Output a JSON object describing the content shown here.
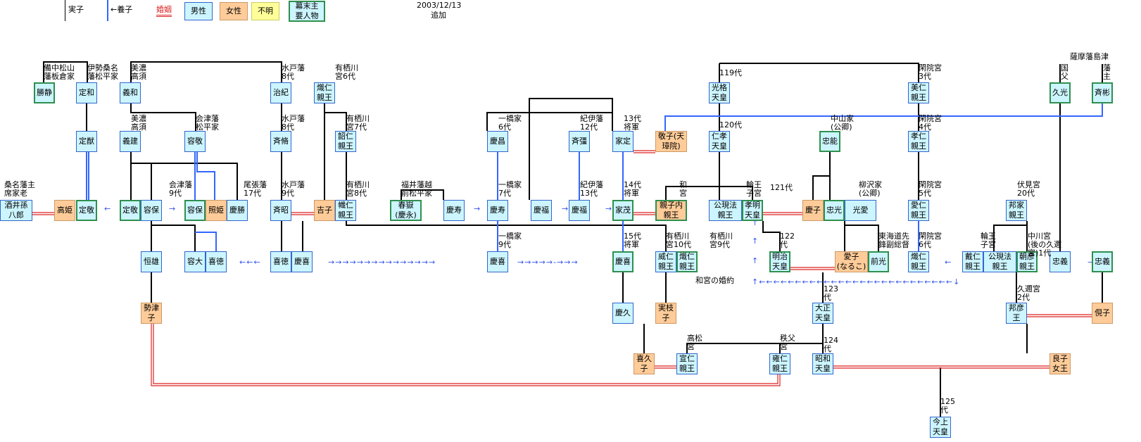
{
  "header": {
    "legend": {
      "real_child": "実子",
      "adopted": "←養子",
      "marriage": "婚姻",
      "male": "男性",
      "female": "女性",
      "unknown": "不明",
      "key_person": "幕末主\n要人物"
    },
    "date": "2003/12/13",
    "added": "追加"
  },
  "colors": {
    "male_bg": "#ccf5ff",
    "female_bg": "#ffcc99",
    "unknown_bg": "#ffff99",
    "key_border": "#2f8f4f",
    "real_line": "#000000",
    "adopt_line": "#3366ff",
    "marriage_line": "#dd2222"
  },
  "persons": [
    {
      "id": "katsushizu",
      "name": "勝静",
      "g": "m",
      "key": true
    },
    {
      "id": "sadakazu",
      "name": "定和",
      "g": "m"
    },
    {
      "id": "yoshikazu",
      "name": "義和",
      "g": "m"
    },
    {
      "id": "harutoshi",
      "name": "治紀",
      "g": "m"
    },
    {
      "id": "takahito",
      "name": "熾仁\n親王",
      "g": "m"
    },
    {
      "id": "kokaku",
      "name": "光格\n天皇",
      "g": "m"
    },
    {
      "id": "haruhito",
      "name": "美仁\n親王",
      "g": "m"
    },
    {
      "id": "hisamitsu",
      "name": "久光",
      "g": "m",
      "key": true
    },
    {
      "id": "nariakira",
      "name": "斉彬",
      "g": "m",
      "key": true
    },
    {
      "id": "sadamichi",
      "name": "定猷",
      "g": "m"
    },
    {
      "id": "yoshitatsu",
      "name": "義建",
      "g": "m"
    },
    {
      "id": "katataka",
      "name": "容敬",
      "g": "m"
    },
    {
      "id": "nariaki",
      "name": "斉脩",
      "g": "m"
    },
    {
      "id": "tsunahito",
      "name": "韶仁\n親王",
      "g": "m"
    },
    {
      "id": "yoshimasa",
      "name": "慶昌",
      "g": "m"
    },
    {
      "id": "narinori",
      "name": "斉彊",
      "g": "m"
    },
    {
      "id": "iesada",
      "name": "家定",
      "g": "m"
    },
    {
      "id": "atsuko",
      "name": "敬子(天\n璋院)",
      "g": "f"
    },
    {
      "id": "ninko",
      "name": "仁孝\n天皇",
      "g": "m"
    },
    {
      "id": "tadayasu",
      "name": "忠能",
      "g": "m",
      "key": true
    },
    {
      "id": "takahito2",
      "name": "孝仁\n親王",
      "g": "m"
    },
    {
      "id": "himeji",
      "name": "高姫",
      "g": "f"
    },
    {
      "id": "sadaaki",
      "name": "定敬",
      "g": "m",
      "key": true
    },
    {
      "id": "sadaaki2",
      "name": "定敬",
      "g": "m",
      "key": true
    },
    {
      "id": "katamori_a",
      "name": "容保",
      "g": "m"
    },
    {
      "id": "katamori",
      "name": "容保",
      "g": "m",
      "key": true
    },
    {
      "id": "terahime",
      "name": "照姫",
      "g": "f"
    },
    {
      "id": "yoshikatsu",
      "name": "慶勝",
      "g": "m"
    },
    {
      "id": "nariakira2",
      "name": "斉昭",
      "g": "m"
    },
    {
      "id": "yoshiko",
      "name": "吉子",
      "g": "f"
    },
    {
      "id": "takahito3",
      "name": "幟仁\n親王",
      "g": "m"
    },
    {
      "id": "shungaku",
      "name": "春嶽\n(慶永)",
      "g": "m",
      "key": true
    },
    {
      "id": "yoshinaga2",
      "name": "慶寿",
      "g": "m"
    },
    {
      "id": "yoshihisa",
      "name": "慶寿",
      "g": "m"
    },
    {
      "id": "yoshitomi",
      "name": "慶福",
      "g": "m"
    },
    {
      "id": "yoshitomi2",
      "name": "慶福",
      "g": "m"
    },
    {
      "id": "iemochi",
      "name": "家茂",
      "g": "m",
      "key": true
    },
    {
      "id": "kazunomiya",
      "name": "親子内\n親王",
      "g": "f",
      "key": true
    },
    {
      "id": "sakai",
      "name": "酒井孫\n八郎",
      "g": "m"
    },
    {
      "id": "kinhide",
      "name": "公現法\n親王",
      "g": "m"
    },
    {
      "id": "komei",
      "name": "孝明\n天皇",
      "g": "m",
      "key": true
    },
    {
      "id": "yoshiko2",
      "name": "慶子",
      "g": "f"
    },
    {
      "id": "tadamitsu",
      "name": "忠光",
      "g": "m",
      "key": true
    },
    {
      "id": "mitsuchika",
      "name": "光愛",
      "g": "m"
    },
    {
      "id": "chikahito",
      "name": "愛仁\n親王",
      "g": "m"
    },
    {
      "id": "kuniie",
      "name": "邦家\n親王",
      "g": "m"
    },
    {
      "id": "tsuneo",
      "name": "恒雄",
      "g": "m"
    },
    {
      "id": "katahiro",
      "name": "容大",
      "g": "m"
    },
    {
      "id": "nobunori",
      "name": "喜徳",
      "g": "m"
    },
    {
      "id": "yoshiatsu",
      "name": "喜徳",
      "g": "m"
    },
    {
      "id": "yoshinobu_a",
      "name": "慶喜",
      "g": "m"
    },
    {
      "id": "yoshinobu_b",
      "name": "慶喜",
      "g": "m"
    },
    {
      "id": "yoshinobu",
      "name": "慶喜",
      "g": "m",
      "key": true
    },
    {
      "id": "takehito",
      "name": "威仁\n親王",
      "g": "m"
    },
    {
      "id": "taruhito",
      "name": "熾仁\n親王",
      "g": "m",
      "key": true
    },
    {
      "id": "meiji",
      "name": "明治\n天皇",
      "g": "m",
      "key": true
    },
    {
      "id": "naruko",
      "name": "愛子\n(なるこ)",
      "g": "f"
    },
    {
      "id": "sakimitsu",
      "name": "前光",
      "g": "m",
      "key": true
    },
    {
      "id": "takahito4",
      "name": "熾仁\n親王",
      "g": "m"
    },
    {
      "id": "takahito5",
      "name": "戴仁\n親王",
      "g": "m"
    },
    {
      "id": "kinhide2",
      "name": "公現法\n親王",
      "g": "m"
    },
    {
      "id": "asahiko",
      "name": "朝彦\n親王",
      "g": "m",
      "key": true
    },
    {
      "id": "tadayoshi",
      "name": "忠義",
      "g": "m"
    },
    {
      "id": "tadayoshi2",
      "name": "忠義",
      "g": "m",
      "key": true
    },
    {
      "id": "setsuko",
      "name": "勢津\n子",
      "g": "f"
    },
    {
      "id": "yoshihisa2",
      "name": "慶久",
      "g": "m"
    },
    {
      "id": "mieko",
      "name": "実枝\n子",
      "g": "f"
    },
    {
      "id": "taisho",
      "name": "大正\n天皇",
      "g": "m"
    },
    {
      "id": "kuniyoshi",
      "name": "邦彦\n王",
      "g": "m"
    },
    {
      "id": "chikako",
      "name": "俔子",
      "g": "f"
    },
    {
      "id": "kikuko",
      "name": "喜久\n子",
      "g": "f"
    },
    {
      "id": "nobuhito",
      "name": "宣仁\n親王",
      "g": "m"
    },
    {
      "id": "yasuhito",
      "name": "雍仁\n親王",
      "g": "m"
    },
    {
      "id": "showa",
      "name": "昭和\n天皇",
      "g": "m"
    },
    {
      "id": "nagako",
      "name": "良子\n女王",
      "g": "f"
    },
    {
      "id": "heisei",
      "name": "今上\n天皇",
      "g": "m"
    }
  ],
  "labels": [
    {
      "id": "l1",
      "text": "備中松山\n藩板倉家"
    },
    {
      "id": "l2",
      "text": "伊勢桑名\n藩松平家"
    },
    {
      "id": "l3",
      "text": "美濃\n高須"
    },
    {
      "id": "l4",
      "text": "水戸藩\n8代"
    },
    {
      "id": "l5",
      "text": "有栖川\n宮6代"
    },
    {
      "id": "l6",
      "text": "119代"
    },
    {
      "id": "l7",
      "text": "閑院宮\n3代"
    },
    {
      "id": "l8",
      "text": "薩摩藩島津"
    },
    {
      "id": "l9",
      "text": "国\n父"
    },
    {
      "id": "l10",
      "text": "藩\n主"
    },
    {
      "id": "l11",
      "text": "美濃\n高須"
    },
    {
      "id": "l12",
      "text": "会津藩\n松平家"
    },
    {
      "id": "l13",
      "text": "水戸藩\n8代"
    },
    {
      "id": "l14",
      "text": "有栖川\n宮7代"
    },
    {
      "id": "l15",
      "text": "一橋家\n6代"
    },
    {
      "id": "l16",
      "text": "紀伊藩\n12代"
    },
    {
      "id": "l17",
      "text": "13代\n将軍"
    },
    {
      "id": "l18",
      "text": "120代"
    },
    {
      "id": "l19",
      "text": "中山家\n(公卿)"
    },
    {
      "id": "l20",
      "text": "閑院宮\n4代"
    },
    {
      "id": "l21",
      "text": "桑名藩主\n席家老"
    },
    {
      "id": "l22",
      "text": "会津藩\n9代"
    },
    {
      "id": "l23",
      "text": "尾張藩\n17代"
    },
    {
      "id": "l24",
      "text": "水戸藩\n9代"
    },
    {
      "id": "l25",
      "text": "有栖川\n宮8代"
    },
    {
      "id": "l26",
      "text": "福井藩越\n前松平家"
    },
    {
      "id": "l27",
      "text": "一橋家\n7代"
    },
    {
      "id": "l28",
      "text": "紀伊藩\n13代"
    },
    {
      "id": "l29",
      "text": "14代\n将軍"
    },
    {
      "id": "l30",
      "text": "和\n宮"
    },
    {
      "id": "l31",
      "text": "輪王\n子宮"
    },
    {
      "id": "l32",
      "text": "121代"
    },
    {
      "id": "l33",
      "text": "柳沢家\n(公卿)"
    },
    {
      "id": "l34",
      "text": "閑院宮\n5代"
    },
    {
      "id": "l35",
      "text": "伏見宮\n20代"
    },
    {
      "id": "l36",
      "text": "一橋家\n9代"
    },
    {
      "id": "l37",
      "text": "15代\n将軍"
    },
    {
      "id": "l38",
      "text": "有栖川\n宮10代"
    },
    {
      "id": "l39",
      "text": "有栖川\n宮9代"
    },
    {
      "id": "l40",
      "text": "122\n代"
    },
    {
      "id": "l41",
      "text": "東海道先\n鋒副総督"
    },
    {
      "id": "l42",
      "text": "閑院宮\n6代"
    },
    {
      "id": "l43",
      "text": "輪王\n子宮"
    },
    {
      "id": "l44",
      "text": "中川宮\n(後の久邇\n宮)1代"
    },
    {
      "id": "l45",
      "text": "和宮の婚約"
    },
    {
      "id": "l46",
      "text": "123\n代"
    },
    {
      "id": "l47",
      "text": "久邇宮\n2代"
    },
    {
      "id": "l48",
      "text": "高松\n宮"
    },
    {
      "id": "l49",
      "text": "秩父\n宮"
    },
    {
      "id": "l50",
      "text": "124\n代"
    },
    {
      "id": "l51",
      "text": "125\n代"
    }
  ]
}
